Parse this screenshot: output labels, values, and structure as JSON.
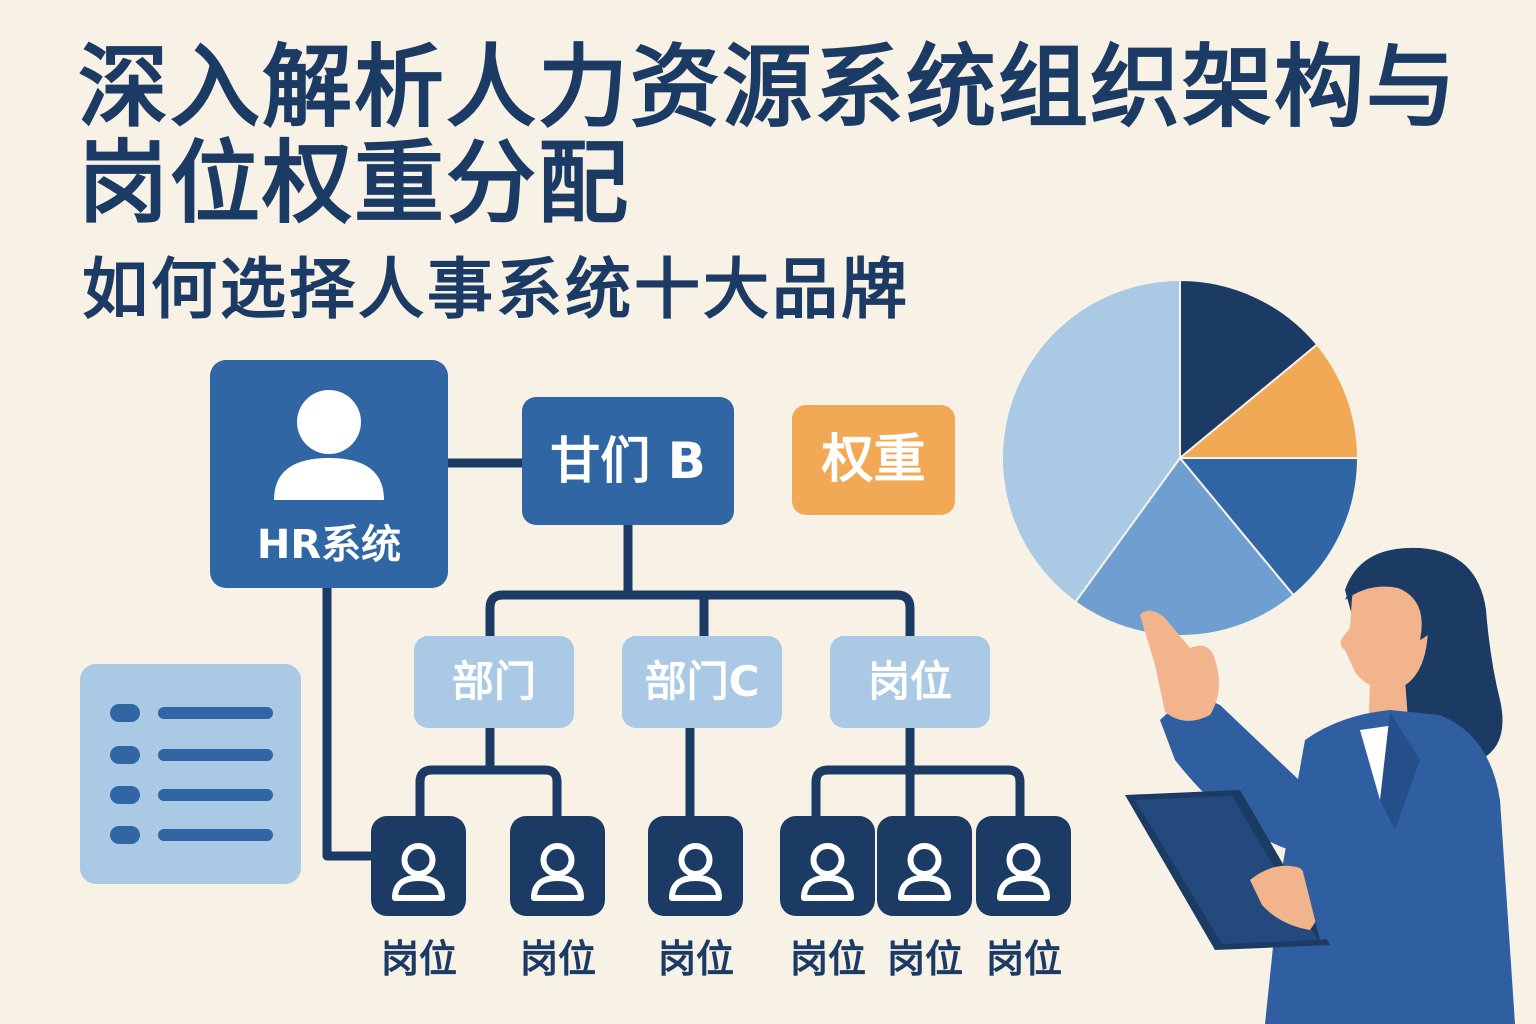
{
  "title": "深入解析人力资源系统组织架构与岗位权重分配",
  "subtitle": "如何选择人事系统十大品牌",
  "diagram": {
    "root_label": "HR系统",
    "dept_b_label": "甘们 B",
    "weight_label": "权重",
    "level2": [
      "部门",
      "部门C",
      "岗位"
    ],
    "employee_label": "岗位",
    "employee_count": 6
  },
  "colors": {
    "background": "#f7f1e6",
    "navy": "#1b3a64",
    "blue": "#2f66a3",
    "light_blue": "#a9c9e4",
    "orange": "#f2a955"
  },
  "chart_data": {
    "type": "pie",
    "slices": [
      {
        "color": "#1b3a64",
        "value": 14
      },
      {
        "color": "#f2a955",
        "value": 11
      },
      {
        "color": "#2f66a3",
        "value": 14
      },
      {
        "color": "#6f9fd0",
        "value": 21
      },
      {
        "color": "#a9c9e4",
        "value": 40
      }
    ]
  },
  "icons": [
    "user-icon",
    "list-icon",
    "pie-chart-icon",
    "presenter-illustration"
  ]
}
